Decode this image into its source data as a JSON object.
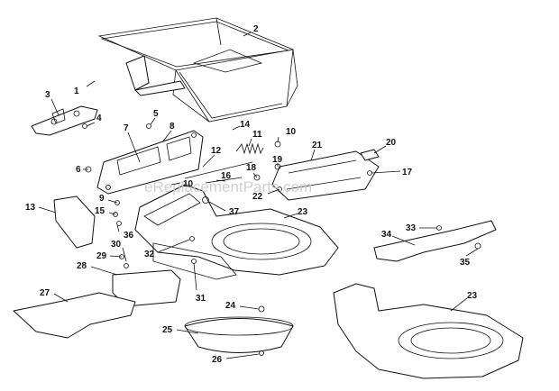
{
  "watermark": "eReplacementParts.com",
  "callouts": [
    {
      "id": "c1",
      "label": "1"
    },
    {
      "id": "c2",
      "label": "2"
    },
    {
      "id": "c3",
      "label": "3"
    },
    {
      "id": "c4",
      "label": "4"
    },
    {
      "id": "c5",
      "label": "5"
    },
    {
      "id": "c6",
      "label": "6"
    },
    {
      "id": "c7",
      "label": "7"
    },
    {
      "id": "c8",
      "label": "8"
    },
    {
      "id": "c9",
      "label": "9"
    },
    {
      "id": "c10a",
      "label": "10"
    },
    {
      "id": "c10b",
      "label": "10"
    },
    {
      "id": "c11",
      "label": "11"
    },
    {
      "id": "c12",
      "label": "12"
    },
    {
      "id": "c13",
      "label": "13"
    },
    {
      "id": "c14",
      "label": "14"
    },
    {
      "id": "c15",
      "label": "15"
    },
    {
      "id": "c16",
      "label": "16"
    },
    {
      "id": "c17",
      "label": "17"
    },
    {
      "id": "c18",
      "label": "18"
    },
    {
      "id": "c19",
      "label": "19"
    },
    {
      "id": "c20",
      "label": "20"
    },
    {
      "id": "c21",
      "label": "21"
    },
    {
      "id": "c22",
      "label": "22"
    },
    {
      "id": "c23a",
      "label": "23"
    },
    {
      "id": "c23b",
      "label": "23"
    },
    {
      "id": "c24",
      "label": "24"
    },
    {
      "id": "c25",
      "label": "25"
    },
    {
      "id": "c26",
      "label": "26"
    },
    {
      "id": "c27",
      "label": "27"
    },
    {
      "id": "c28",
      "label": "28"
    },
    {
      "id": "c29",
      "label": "29"
    },
    {
      "id": "c30",
      "label": "30"
    },
    {
      "id": "c31",
      "label": "31"
    },
    {
      "id": "c32",
      "label": "32"
    },
    {
      "id": "c33",
      "label": "33"
    },
    {
      "id": "c34",
      "label": "34"
    },
    {
      "id": "c35",
      "label": "35"
    },
    {
      "id": "c36",
      "label": "36"
    },
    {
      "id": "c37",
      "label": "37"
    }
  ]
}
